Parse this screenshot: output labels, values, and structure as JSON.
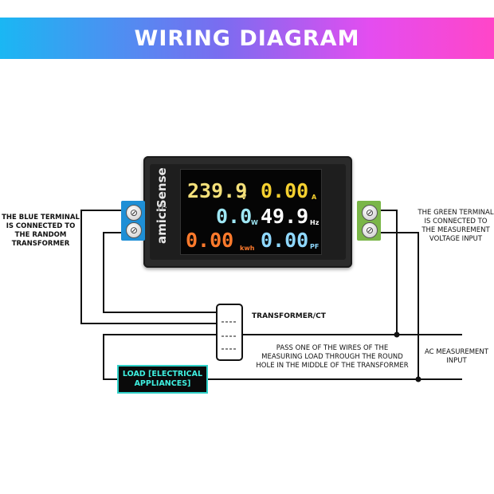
{
  "banner": {
    "title": "WIRING DIAGRAM"
  },
  "meter": {
    "brand": "amiciSense",
    "readings": [
      {
        "value": "239.9",
        "unit": "V",
        "color": "#f4e07a"
      },
      {
        "value": "0.00",
        "unit": "A",
        "color": "#f5d030"
      },
      {
        "value": "0.0",
        "unit": "W",
        "color": "#9fe8f5"
      },
      {
        "value": "49.9",
        "unit": "Hz",
        "color": "#ffffff"
      },
      {
        "value": "0.00",
        "unit": "kwh",
        "color": "#ff7a2c"
      },
      {
        "value": "0.00",
        "unit": "PF",
        "color": "#8fd8ff"
      }
    ]
  },
  "terminals": {
    "blue_color": "#1e8fd6",
    "green_color": "#7ab648"
  },
  "labels": {
    "blue_terminal": [
      "THE BLUE TERMINAL",
      "IS CONNECTED TO",
      "THE RANDOM",
      "TRANSFORMER"
    ],
    "green_terminal": [
      "THE GREEN TERMINAL",
      "IS CONNECTED TO",
      "THE MEASUREMENT",
      "VOLTAGE INPUT"
    ],
    "transformer": "TRANSFORMER/CT",
    "pass_wire": [
      "PASS ONE OF THE WIRES OF THE",
      "MEASURING LOAD THROUGH THE ROUND",
      "HOLE IN THE MIDDLE OF THE TRANSFORMER"
    ],
    "ac_input": [
      "AC MEASUREMENT",
      "INPUT"
    ],
    "load": [
      "LOAD [ELECTRICAL",
      "APPLIANCES]"
    ]
  }
}
